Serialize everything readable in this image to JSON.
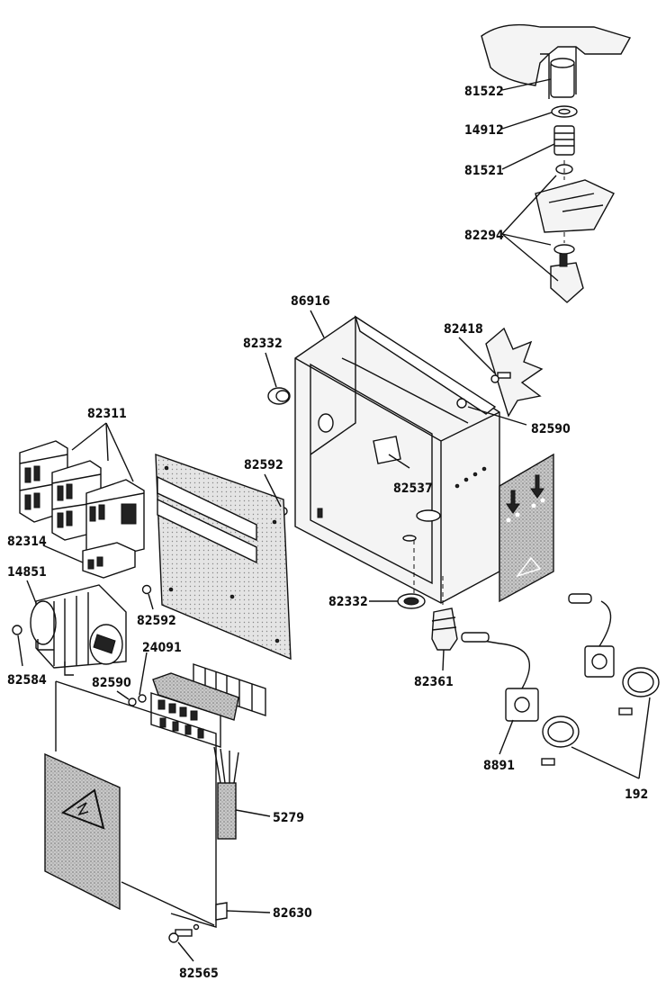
{
  "labels": {
    "l81522": "81522",
    "l14912": "14912",
    "l81521": "81521",
    "l82294": "82294",
    "l86916": "86916",
    "l82418": "82418",
    "l82332a": "82332",
    "l82590a": "82590",
    "l82311": "82311",
    "l82592a": "82592",
    "l82537": "82537",
    "l82314": "82314",
    "l14851": "14851",
    "l82592b": "82592",
    "l82332b": "82332",
    "l24091": "24091",
    "l82584": "82584",
    "l82590b": "82590",
    "l82361": "82361",
    "l8891": "8891",
    "l192": "192",
    "l5279": "5279",
    "l82630": "82630",
    "l82565": "82565"
  },
  "colors": {
    "ink": "#111111",
    "paper": "#ffffff",
    "shade": "#b5b5b5"
  }
}
